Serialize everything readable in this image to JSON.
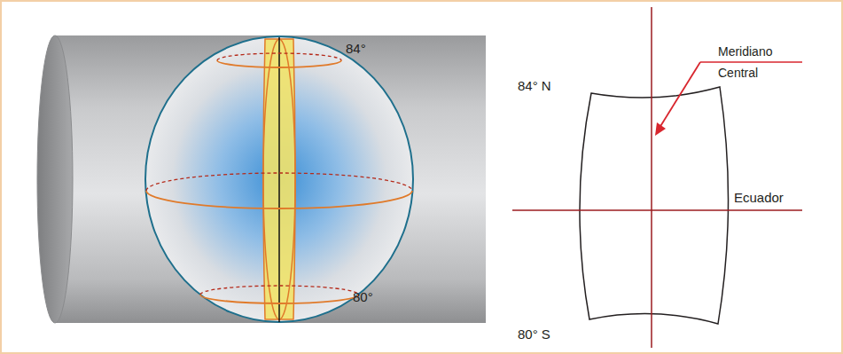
{
  "diagram": {
    "labels": [
      "84°",
      "80°",
      "84° N",
      "80° S",
      "Meridiano Central",
      "Ecuador"
    ]
  }
}
